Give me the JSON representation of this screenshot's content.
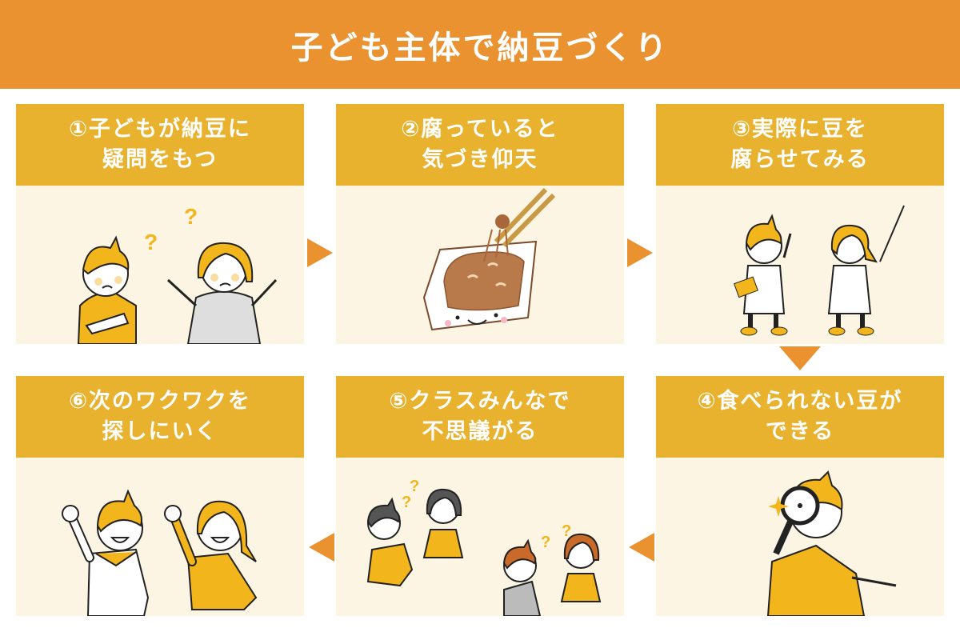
{
  "title": "子ども主体で納豆づくり",
  "colors": {
    "banner": "#ea9130",
    "panel_header": "#e8b22e",
    "panel_body": "#fdf5e3",
    "arrow": "#ea9130",
    "text": "#ffffff"
  },
  "steps": [
    {
      "number": "①",
      "line1": "①子どもが納豆に",
      "line2": "疑問をもつ",
      "illustration": "two-children-puzzled-icon"
    },
    {
      "number": "②",
      "line1": "②腐っていると",
      "line2": "気づき仰天",
      "illustration": "natto-pack-with-chopsticks-icon"
    },
    {
      "number": "③",
      "line1": "③実際に豆を",
      "line2": "腐らせてみる",
      "illustration": "children-in-lab-coats-icon"
    },
    {
      "number": "④",
      "line1": "④食べられない豆が",
      "line2": "できる",
      "illustration": "boy-with-magnifying-glass-icon"
    },
    {
      "number": "⑤",
      "line1": "⑤クラスみんなで",
      "line2": "不思議がる",
      "illustration": "class-puzzled-children-icon"
    },
    {
      "number": "⑥",
      "line1": "⑥次のワクワクを",
      "line2": "探しにいく",
      "illustration": "children-cheering-icon"
    }
  ],
  "flow": [
    "1→2",
    "2→3",
    "3→4",
    "4→5",
    "5→6"
  ]
}
